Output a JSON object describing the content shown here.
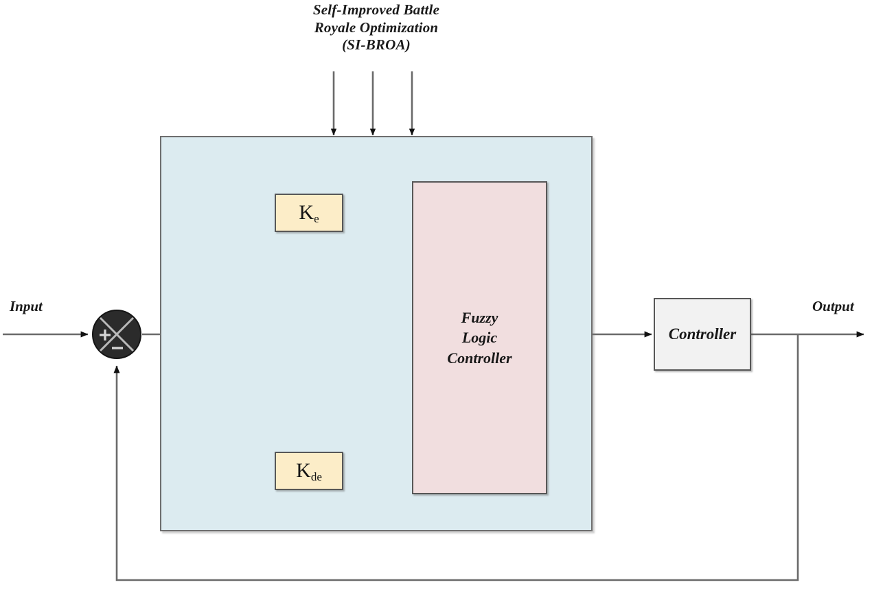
{
  "diagram": {
    "type": "control-block-diagram",
    "title_block": {
      "name": "optimizer-annotation",
      "lines": [
        "Self-Improved Battle",
        "Royale Optimization",
        "(SI-BROA)"
      ],
      "full_text": "Self-Improved Battle Royale Optimization (SI-BROA)",
      "arrow_count": 3,
      "arrow_direction": "down",
      "points_to": "container-block"
    },
    "signals": {
      "input_label": "Input",
      "output_label": "Output",
      "summing_plus": "+",
      "summing_minus": "−"
    },
    "blocks": [
      {
        "id": "container-block",
        "label": "",
        "fill": "#dcebf0",
        "stroke": "#6e6e6e",
        "role": "fuzzy-logic-controller-tuning-container"
      },
      {
        "id": "ke-block",
        "label_main": "K",
        "label_sub": "e",
        "label": "Ke",
        "fill": "#fcedc8",
        "stroke": "#575757",
        "role": "error-scaling-gain"
      },
      {
        "id": "kde-block",
        "label_main": "K",
        "label_sub": "de",
        "label": "Kde",
        "fill": "#fcedc8",
        "stroke": "#575757",
        "role": "error-derivative-scaling-gain"
      },
      {
        "id": "flc-block",
        "lines": [
          "Fuzzy",
          "Logic",
          "Controller"
        ],
        "label": "Fuzzy Logic Controller",
        "fill": "#f1dedf",
        "stroke": "#575757",
        "role": "fuzzy-inference-controller"
      },
      {
        "id": "controller-block",
        "label": "Controller",
        "fill": "#f2f2f2",
        "stroke": "#575757",
        "role": "plant-controller"
      }
    ],
    "summing_junction": {
      "id": "sum-junction",
      "fill": "#2b2b2b",
      "cross_color": "#b9b9b9",
      "inputs": [
        "+",
        "−"
      ]
    },
    "connections": [
      {
        "from": "input",
        "to": "sum-junction",
        "arrow": true
      },
      {
        "from": "sum-junction",
        "to": "gain-branch-node",
        "arrow": true
      },
      {
        "from": "gain-branch-node",
        "to": "ke-block",
        "arrow": false
      },
      {
        "from": "gain-branch-node",
        "to": "kde-block",
        "arrow": false
      },
      {
        "from": "ke-block",
        "to": "flc-block",
        "arrow": true
      },
      {
        "from": "kde-block",
        "to": "flc-block",
        "arrow": true
      },
      {
        "from": "flc-block",
        "to": "controller-block",
        "arrow": true
      },
      {
        "from": "controller-block",
        "to": "output",
        "arrow": true
      },
      {
        "from": "output-tap",
        "to": "sum-junction",
        "arrow": true,
        "kind": "feedback"
      }
    ],
    "colors": {
      "line": "#6a6a6a",
      "arrow": "#111111",
      "text": "#1a1a1a",
      "container_fill": "#dcebf0",
      "flc_fill": "#f1dedf",
      "gain_fill": "#fcedc8",
      "controller_fill": "#f2f2f2",
      "junction_fill": "#2b2b2b",
      "background": "#ffffff"
    }
  }
}
